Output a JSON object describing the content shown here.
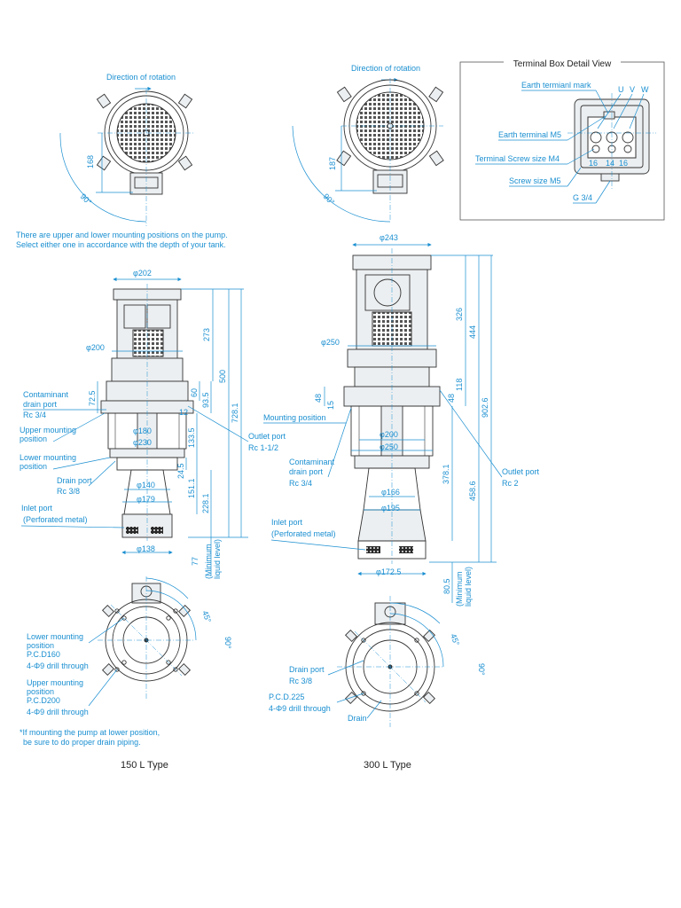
{
  "top_views": {
    "rotation_label_150": "Direction of rotation",
    "rotation_label_300": "Direction of rotation",
    "dim_168": "168",
    "dim_187": "187",
    "angle_90_a": "90°",
    "angle_90_b": "90°"
  },
  "terminal_box": {
    "title": "Terminal Box Detail View",
    "earth_mark": "Earth termianl mark",
    "u": "U",
    "v": "V",
    "w": "W",
    "earth_terminal": "Earth terminal M5",
    "screw_m4": "Terminal Screw size M4",
    "screw_m5": "Screw size M5",
    "g34": "G 3/4",
    "d16a": "16",
    "d14": "14",
    "d16b": "16"
  },
  "note_mounting": {
    "line1": "There are upper and lower mounting positions on the pump.",
    "line2": "Select either one in accordance with the depth of your tank."
  },
  "type150": {
    "phi202": "φ202",
    "phi200": "φ200",
    "d273": "273",
    "d500": "500",
    "d7281": "728.1",
    "d725": "72.5",
    "d60": "60",
    "d935": "93.5",
    "d12": "12",
    "d1335": "133.5",
    "d245": "24.5",
    "d1511": "151.1",
    "d2281": "228.1",
    "d77": "77",
    "phi180": "φ180",
    "phi230": "φ230",
    "phi140": "φ140",
    "phi179": "φ179",
    "phi138": "φ138",
    "contam_1": "Contaminant",
    "contam_2": "drain port",
    "contam_rc": "Rc 3/4",
    "upper_1": "Upper mounting",
    "upper_2": "position",
    "lower_1": "Lower mounting",
    "lower_2": "position",
    "drain_1": "Drain port",
    "drain_rc": "Rc 3/8",
    "outlet_1": "Outlet port",
    "outlet_rc": "Rc 1-1/2",
    "inlet_1": "Inlet port",
    "inlet_2": "(Perforated metal)",
    "minliq_1": "(Minimum",
    "minliq_2": "liquid level)"
  },
  "type300": {
    "phi243": "φ243",
    "phi250": "φ250",
    "d326": "326",
    "d444": "444",
    "d118": "118",
    "d9026": "902.6",
    "d48a": "48",
    "d15": "15",
    "d48b": "48",
    "d3781": "378.1",
    "d4586": "458.6",
    "d805": "80.5",
    "phi200": "φ200",
    "phi250b": "φ250",
    "phi166": "φ166",
    "phi195": "φ195",
    "phi1725": "φ172.5",
    "mounting": "Mounting position",
    "contam_1": "Contaminant",
    "contam_2": "drain port",
    "contam_rc": "Rc 3/4",
    "outlet_1": "Outlet port",
    "outlet_rc": "Rc 2",
    "inlet_1": "Inlet port",
    "inlet_2": "(Perforated metal)",
    "minliq_1": "(Minimum",
    "minliq_2": "liquid level)"
  },
  "bottom150": {
    "lower_1": "Lower mounting",
    "lower_2": "position",
    "lower_pcd": "P.C.D160",
    "lower_drill": "4-Φ9 drill through",
    "upper_1": "Upper mounting",
    "upper_2": "position",
    "upper_pcd": "P.C.D200",
    "upper_drill": "4-Φ9 drill through",
    "a45": "45°",
    "a90": "90°"
  },
  "bottom300": {
    "drain_1": "Drain port",
    "drain_rc": "Rc 3/8",
    "pcd": "P.C.D.225",
    "drill": "4-Φ9 drill through",
    "drain": "Drain",
    "a45": "45°",
    "a90": "90°"
  },
  "footnote": {
    "line1": "*If mounting the pump at lower position,",
    "line2": "be sure to do proper drain piping."
  },
  "captions": {
    "type150": "150 L Type",
    "type300": "300 L Type"
  }
}
